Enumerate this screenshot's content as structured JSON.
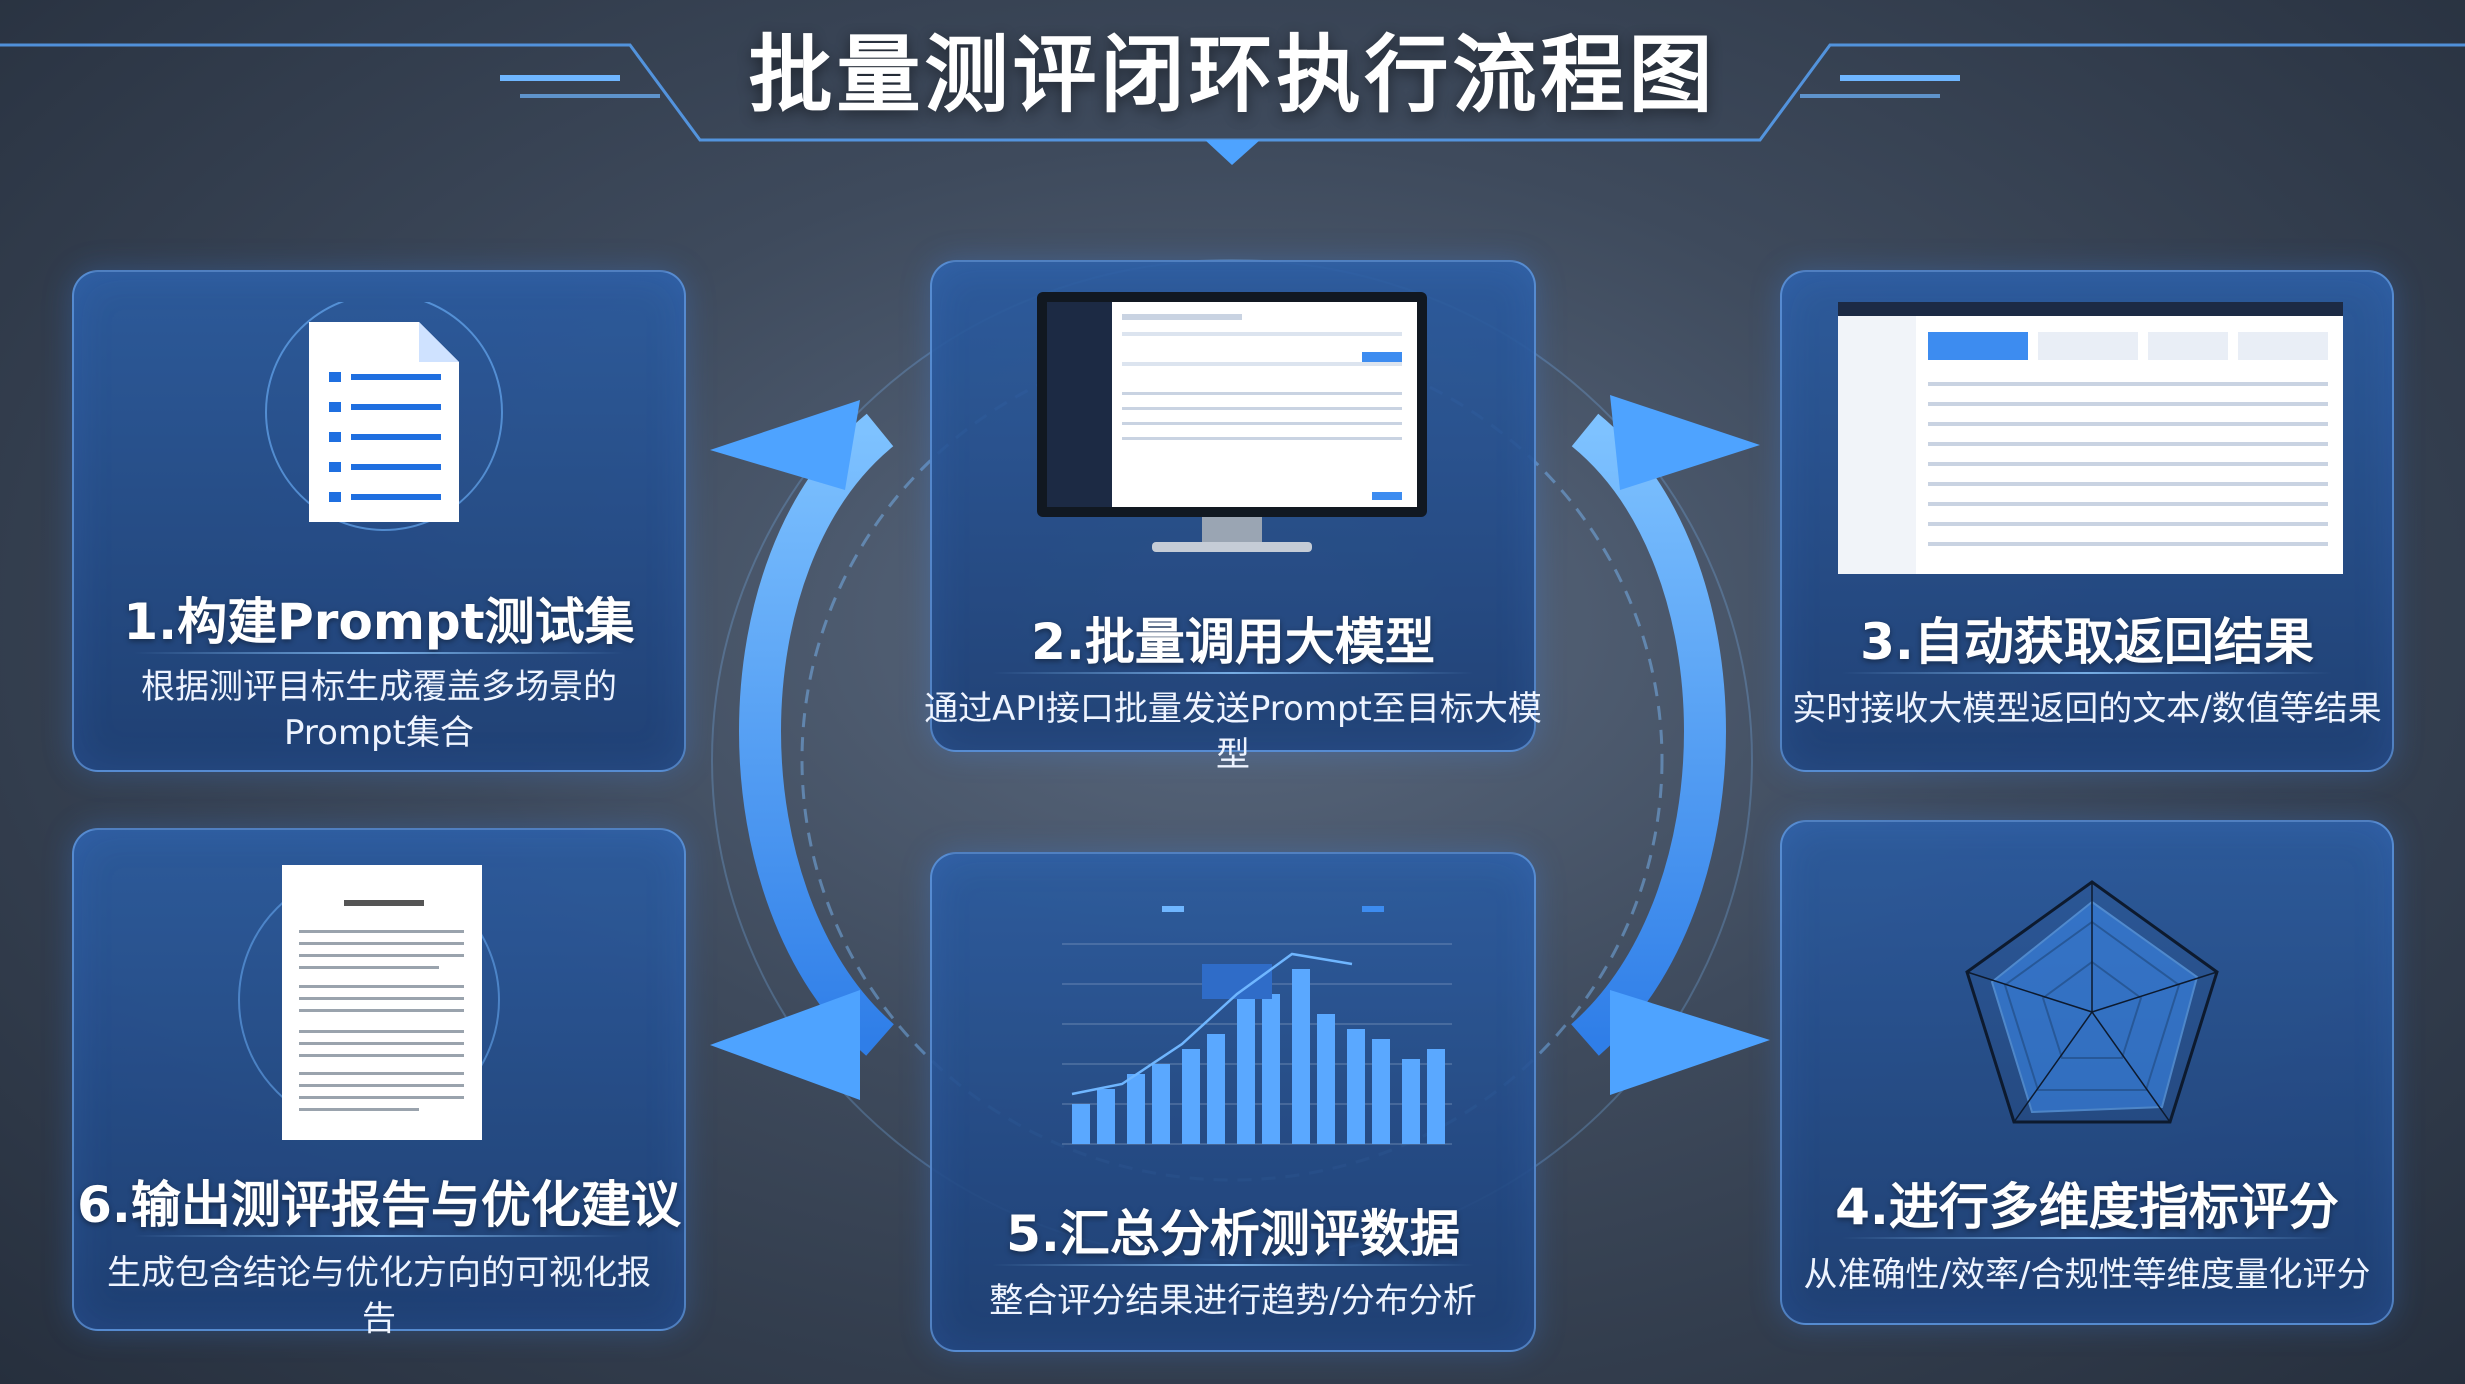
{
  "title": "批量测评闭环执行流程图",
  "steps": [
    {
      "title": "1.构建Prompt测试集",
      "desc_line1": "根据测评目标生成覆盖多场景的",
      "desc_line2": "Prompt集合",
      "icon": "document-icon"
    },
    {
      "title": "2.批量调用大模型",
      "desc": "通过API接口批量发送Prompt至目标大模型",
      "icon": "monitor-icon"
    },
    {
      "title": "3.自动获取返回结果",
      "desc": "实时接收大模型返回的文本/数值等结果",
      "icon": "dashboard-screenshot"
    },
    {
      "title": "4.进行多维度指标评分",
      "desc": "从准确性/效率/合规性等维度量化评分",
      "icon": "radar-chart-icon"
    },
    {
      "title": "5.汇总分析测评数据",
      "desc": "整合评分结果进行趋势/分布分析",
      "icon": "bar-chart-icon"
    },
    {
      "title": "6.输出测评报告与优化建议",
      "desc": "生成包含结论与优化方向的可视化报告",
      "icon": "report-icon"
    }
  ],
  "colors": {
    "accent": "#4ea3ff",
    "arrow": "#3d8cf0",
    "card": "#2c5ca0",
    "background": "#3e4a5c"
  }
}
